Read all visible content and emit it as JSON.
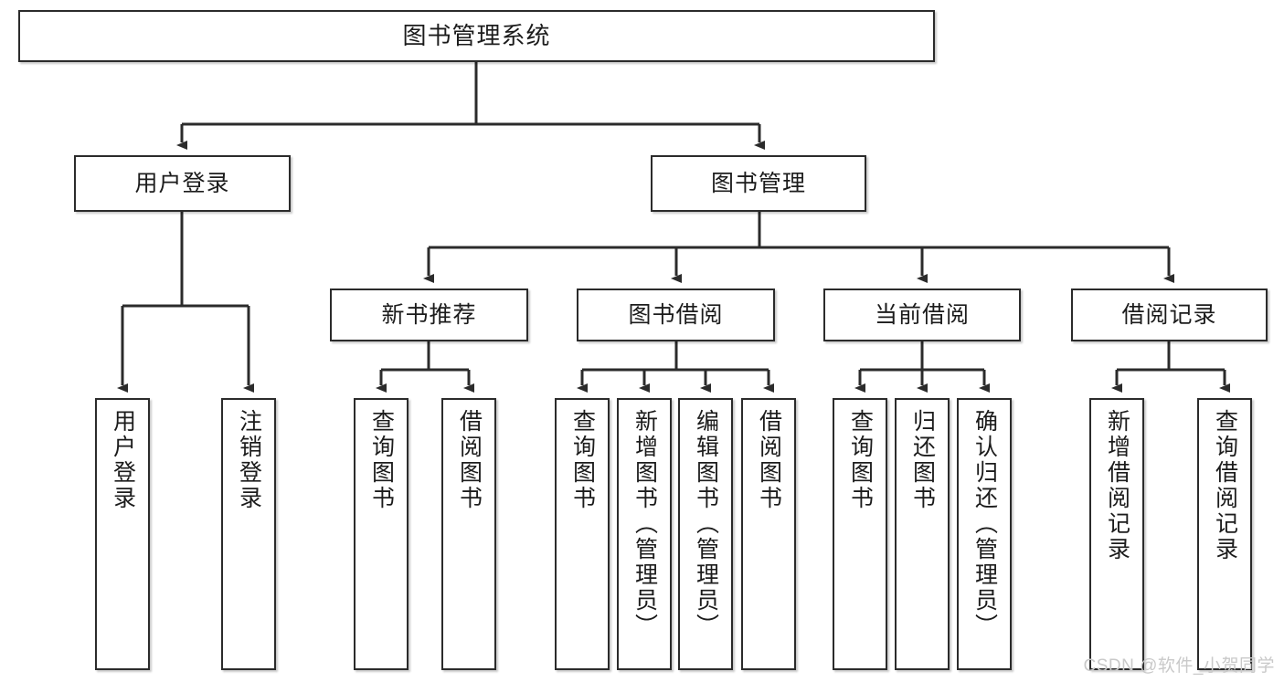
{
  "diagram": {
    "title": "图书管理系统",
    "watermark": "CSDN @软件_小贺同学",
    "colors": {
      "box_border": "#2b2b2b",
      "box_fill": "#ffffff",
      "line": "#2b2b2b",
      "text": "#1c1c1c",
      "watermark": "#c9c9c9"
    },
    "root": {
      "label": "图书管理系统"
    },
    "level2": [
      {
        "label": "用户登录"
      },
      {
        "label": "图书管理"
      }
    ],
    "level3": [
      {
        "label": "新书推荐"
      },
      {
        "label": "图书借阅"
      },
      {
        "label": "当前借阅"
      },
      {
        "label": "借阅记录"
      }
    ],
    "leaves": {
      "user_login": [
        {
          "label": "用户登录"
        },
        {
          "label": "注销登录"
        }
      ],
      "new_book_recommend": [
        {
          "label": "查询图书"
        },
        {
          "label": "借阅图书"
        }
      ],
      "book_borrow": [
        {
          "label": "查询图书"
        },
        {
          "label": "新增图书（管理员）"
        },
        {
          "label": "编辑图书（管理员）"
        },
        {
          "label": "借阅图书"
        }
      ],
      "current_borrow": [
        {
          "label": "查询图书"
        },
        {
          "label": "归还图书"
        },
        {
          "label": "确认归还（管理员）"
        }
      ],
      "borrow_record": [
        {
          "label": "新增借阅记录"
        },
        {
          "label": "查询借阅记录"
        }
      ]
    }
  }
}
